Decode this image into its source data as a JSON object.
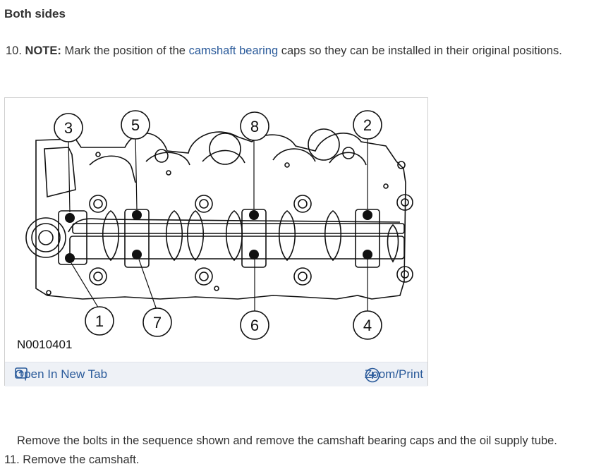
{
  "heading": "Both sides",
  "step10": {
    "number": "10.",
    "note_label": "NOTE:",
    "pre": "Mark the position of the",
    "link": "camshaft bearing",
    "post": "caps so they can be installed in their original positions."
  },
  "figure": {
    "code": "N0010401",
    "callouts": [
      "3",
      "5",
      "8",
      "2",
      "1",
      "7",
      "6",
      "4"
    ],
    "open_tab_label": "Open In New Tab",
    "zoom_label": "Zoom/Print",
    "accent_color": "#2a5a9a"
  },
  "step_text": "Remove the bolts in the sequence shown and remove the camshaft bearing caps and the oil supply tube.",
  "step11": "11. Remove the camshaft."
}
